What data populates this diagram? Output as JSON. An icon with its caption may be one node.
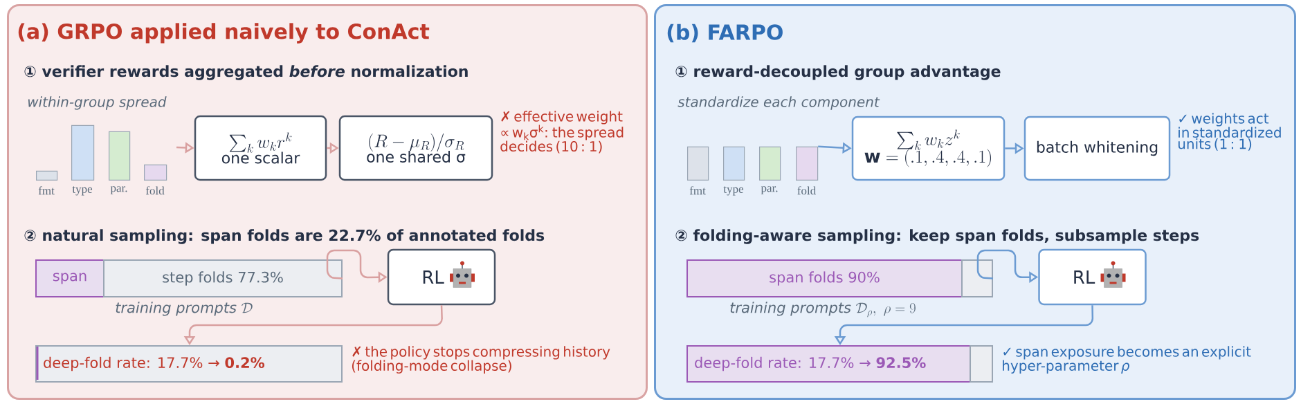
{
  "diagram": {
    "nodes": [
      {
        "text": [
          "(a) GRPO applied naively to ConAct"
        ]
      },
      {
        "text": [],
        "shape": "bar",
        "in": 0,
        "beside": [
          "fmt"
        ]
      },
      {
        "text": [],
        "shape": "bar",
        "in": 0,
        "beside": [
          "type"
        ]
      },
      {
        "text": [],
        "shape": "bar",
        "in": 0,
        "beside": [
          "par."
        ]
      },
      {
        "text": [],
        "shape": "bar",
        "in": 0,
        "beside": [
          "fold"
        ]
      },
      {
        "text": [
          "\\sum_k w_k r^k",
          "one scalar"
        ],
        "in": 0
      },
      {
        "text": [
          "(R-\\mu_R)/\\sigma_R",
          "one shared σ"
        ],
        "in": 0,
        "beside": [
          "✗ effective weight ∝ w$_{k}$σ$^{k}$: the spread decides (10 : 1)"
        ]
      },
      {
        "text": [
          "span"
        ],
        "in": 0
      },
      {
        "text": [
          "step folds 77.3%"
        ],
        "in": 0,
        "beside": [
          "\\textit{training prompts }\\mathcal{D}"
        ]
      },
      {
        "text": [
          "RL"
        ],
        "in": 0
      },
      {
        "text": [
          "deep-fold rate: 17.7% → **0.2%**"
        ],
        "in": 0,
        "beside": [
          "✗ the policy stops compressing history (folding-mode collapse)"
        ]
      },
      {
        "text": [
          "(b) FARPO"
        ]
      },
      {
        "text": [],
        "shape": "bar",
        "in": 11,
        "beside": [
          "fmt"
        ]
      },
      {
        "text": [],
        "shape": "bar",
        "in": 11,
        "beside": [
          "type"
        ]
      },
      {
        "text": [],
        "shape": "bar",
        "in": 11,
        "beside": [
          "par."
        ]
      },
      {
        "text": [],
        "shape": "bar",
        "in": 11,
        "beside": [
          "fold"
        ]
      },
      {
        "text": [
          "\\sum_k w_k z^k",
          "\\mathbf{w} = (.1, .4, .4, .1)"
        ],
        "in": 11
      },
      {
        "text": [
          "batch whitening"
        ],
        "in": 11,
        "beside": [
          "✓ weights act in standardized units (1 : 1)"
        ]
      },
      {
        "text": [
          "span folds 90%"
        ],
        "in": 11,
        "beside": [
          "\\textit{training prompts }\\mathcal{D}_\\rho,\\ \\rho = 9"
        ]
      },
      {
        "text": [],
        "shape": "bar",
        "in": 11
      },
      {
        "text": [
          "RL"
        ],
        "in": 11
      },
      {
        "text": [
          "deep-fold rate: 17.7% → **92.5%**"
        ],
        "in": 11
      },
      {
        "text": [],
        "shape": "bar",
        "in": 11,
        "beside": [
          "✓ span exposure becomes an explicit hyper-parameter *ρ*"
        ]
      }
    ],
    "edges": [
      {
        "from": null,
        "to": 5,
        "arrow": "to",
        "color": "#d9a0a0"
      },
      {
        "from": 5,
        "to": 6,
        "arrow": "to",
        "color": "#d9a0a0"
      },
      {
        "from": 8,
        "to": 9,
        "arrow": "to",
        "color": "#d9a0a0"
      },
      {
        "from": 9,
        "to": 10,
        "arrow": "to",
        "color": "#d9a0a0"
      },
      {
        "from": 15,
        "to": 16,
        "arrow": "to",
        "color": "#6b9bd2"
      },
      {
        "from": 16,
        "to": 17,
        "arrow": "to",
        "color": "#6b9bd2"
      },
      {
        "from": 19,
        "to": 20,
        "arrow": "to",
        "color": "#6b9bd2"
      },
      {
        "from": 20,
        "to": 21,
        "arrow": "to",
        "color": "#6b9bd2"
      }
    ],
    "labels": [
      "① verifier rewards aggregated *before* normalization",
      "within-group spread",
      "② natural sampling: span folds are 22.7% of annotated folds",
      "① reward-decoupled group advantage",
      "standardize each component",
      "② folding-aware sampling: keep span folds, subsample steps"
    ]
  }
}
